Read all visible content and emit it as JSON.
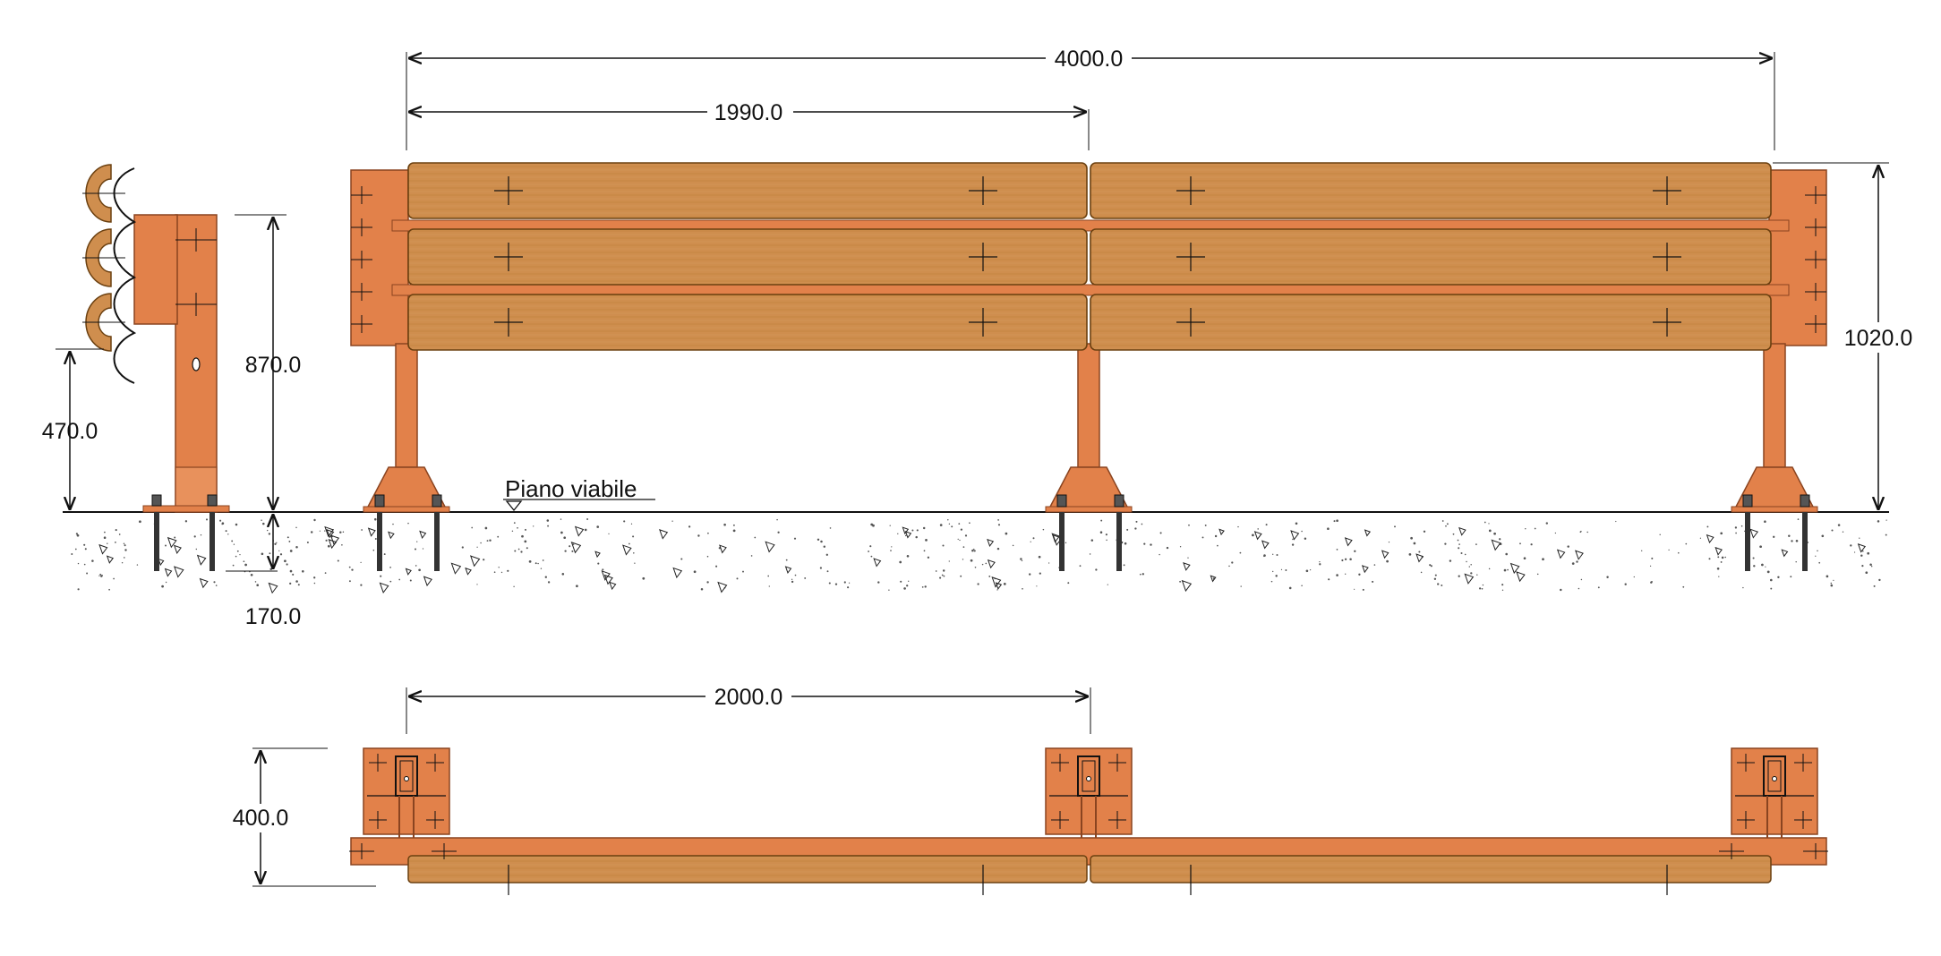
{
  "dimensions": {
    "overall_length": "4000.0",
    "rail_length": "1990.0",
    "post_spacing": "2000.0",
    "total_height": "1020.0",
    "post_height": "870.0",
    "rail_height": "470.0",
    "embed_depth": "170.0",
    "base_depth": "400.0"
  },
  "labels": {
    "road_level": "Piano viabile"
  },
  "colors": {
    "steel": "#E2814A",
    "steel_dark": "#B85A2A",
    "wood": "#CF8E4E",
    "wood_dark": "#A86A30",
    "line": "#111111",
    "bolt": "#333333"
  }
}
